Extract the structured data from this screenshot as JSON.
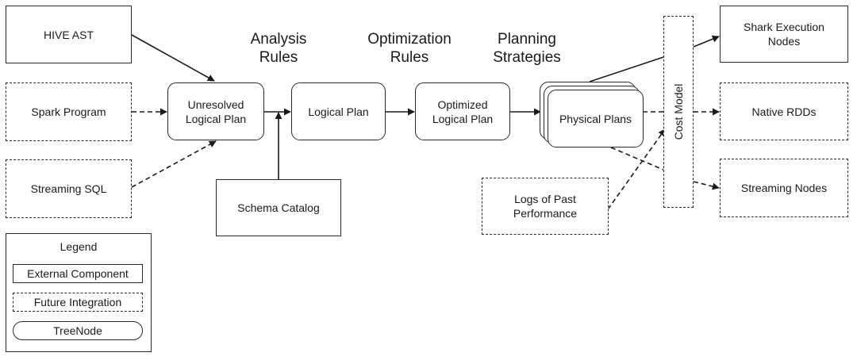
{
  "headings": {
    "analysis": "Analysis\nRules",
    "optimization": "Optimization\nRules",
    "planning": "Planning\nStrategies"
  },
  "inputs": {
    "hive_ast": "HIVE AST",
    "spark_program": "Spark Program",
    "streaming_sql": "Streaming SQL"
  },
  "pipeline": {
    "unresolved": "Unresolved\nLogical Plan",
    "logical": "Logical Plan",
    "optimized": "Optimized\nLogical Plan",
    "physical": "Physical Plans"
  },
  "schema_catalog": "Schema Catalog",
  "logs": "Logs of Past\nPerformance",
  "cost_model": "Cost Model",
  "outputs": {
    "shark": "Shark Execution\nNodes",
    "native": "Native RDDs",
    "streaming": "Streaming Nodes"
  },
  "legend": {
    "title": "Legend",
    "external": "External Component",
    "future": "Future Integration",
    "treenode": "TreeNode"
  }
}
